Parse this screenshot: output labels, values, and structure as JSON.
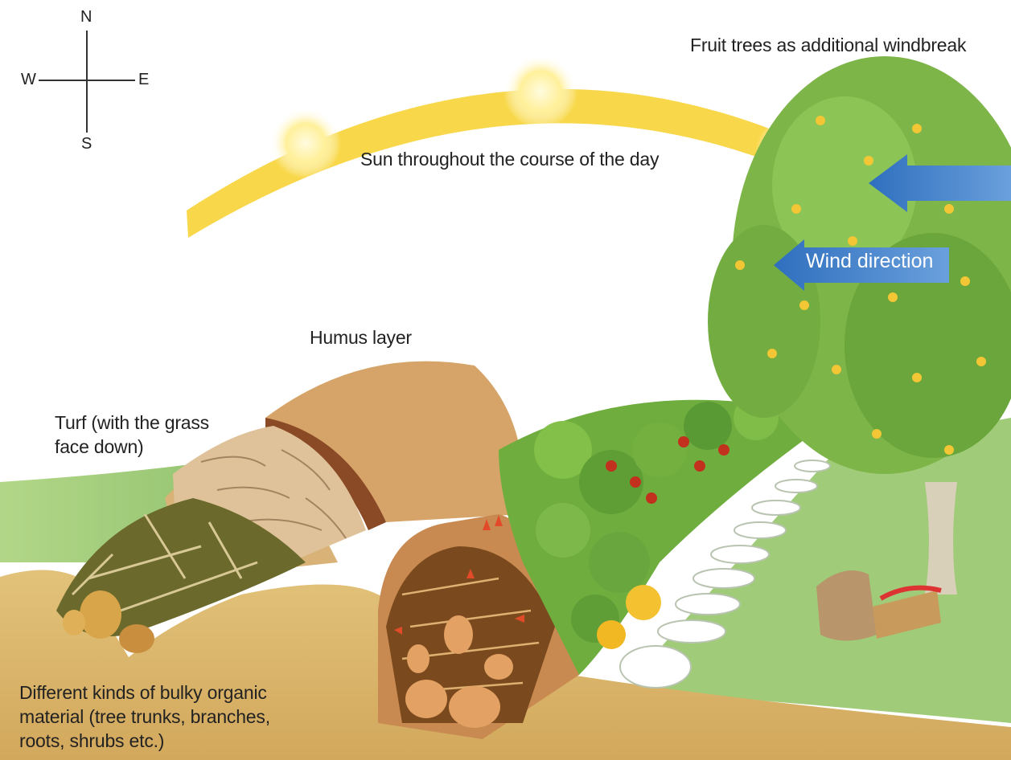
{
  "compass": {
    "north": "N",
    "south": "S",
    "east": "E",
    "west": "W"
  },
  "labels": {
    "fruit_trees": "Fruit trees as additional windbreak",
    "sun_path": "Sun throughout the course of the day",
    "wind": "Wind direction",
    "humus": "Humus layer",
    "turf_line1": "Turf (with the grass",
    "turf_line2": "face down)",
    "bulky_line1": "Different kinds of bulky organic",
    "bulky_line2": "material (tree trunks, branches,",
    "bulky_line3": "roots, shrubs etc.)"
  },
  "colors": {
    "sun_arc": "#f8d84a",
    "sun": "#fff3a0",
    "wind_arrow": "#3f7fc8",
    "soil": "#d8b46a",
    "grass": "#8dbf5a",
    "foliage": "#5e9e3c"
  }
}
